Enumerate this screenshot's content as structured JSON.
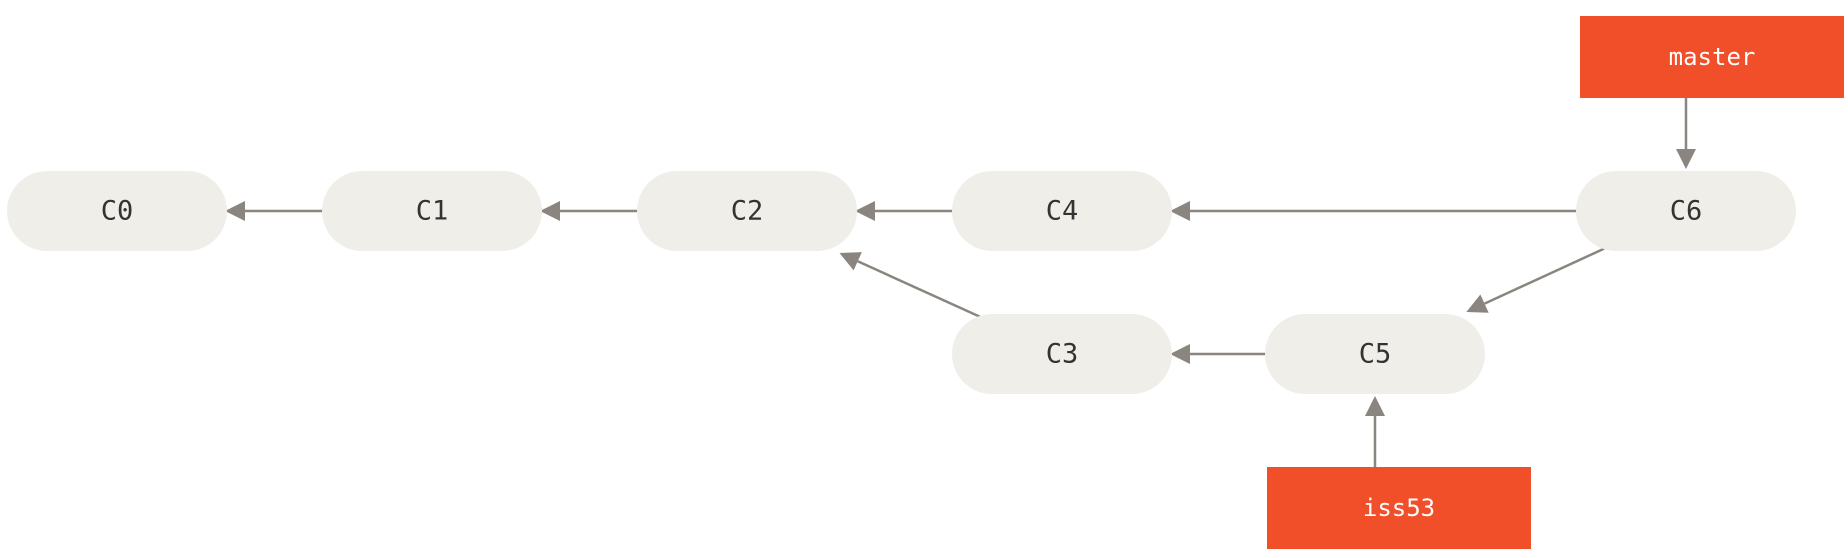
{
  "commits": [
    {
      "id": "c0",
      "label": "C0"
    },
    {
      "id": "c1",
      "label": "C1"
    },
    {
      "id": "c2",
      "label": "C2"
    },
    {
      "id": "c4",
      "label": "C4"
    },
    {
      "id": "c6",
      "label": "C6"
    },
    {
      "id": "c3",
      "label": "C3"
    },
    {
      "id": "c5",
      "label": "C5"
    }
  ],
  "branches": [
    {
      "id": "master",
      "label": "master",
      "points_to": "c6"
    },
    {
      "id": "iss53",
      "label": "iss53",
      "points_to": "c5"
    }
  ],
  "parent_links": [
    {
      "from": "c1",
      "to": "c0"
    },
    {
      "from": "c2",
      "to": "c1"
    },
    {
      "from": "c4",
      "to": "c2"
    },
    {
      "from": "c6",
      "to": "c4"
    },
    {
      "from": "c3",
      "to": "c2"
    },
    {
      "from": "c5",
      "to": "c3"
    },
    {
      "from": "c6",
      "to": "c5"
    }
  ],
  "colors": {
    "commit_fill": "#efeee8",
    "branch_fill": "#f14e2a",
    "edge": "#8a867f"
  }
}
